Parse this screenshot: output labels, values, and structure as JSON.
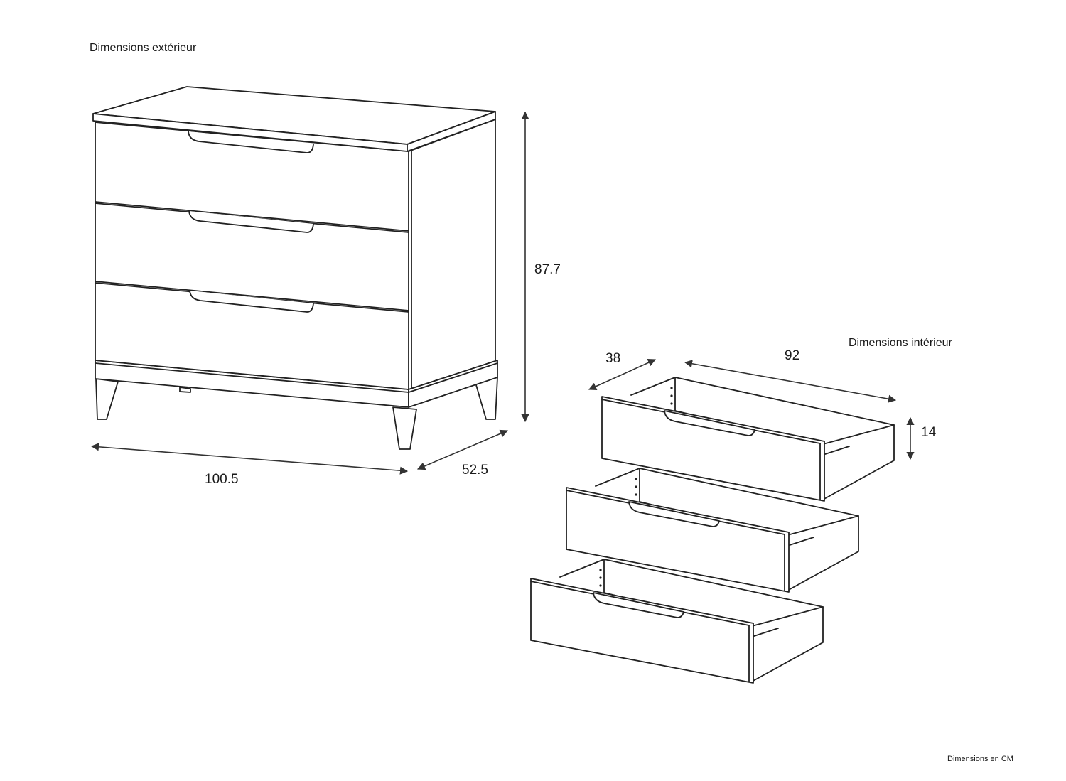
{
  "titles": {
    "exterior": "Dimensions extérieur",
    "interior": "Dimensions intérieur",
    "units_note": "Dimensions en CM"
  },
  "exterior_dimensions": {
    "width": "100.5",
    "depth": "52.5",
    "height": "87.7"
  },
  "interior_dimensions": {
    "depth": "38",
    "width": "92",
    "height": "14"
  },
  "colors": {
    "line": "#222222",
    "background": "#ffffff"
  }
}
